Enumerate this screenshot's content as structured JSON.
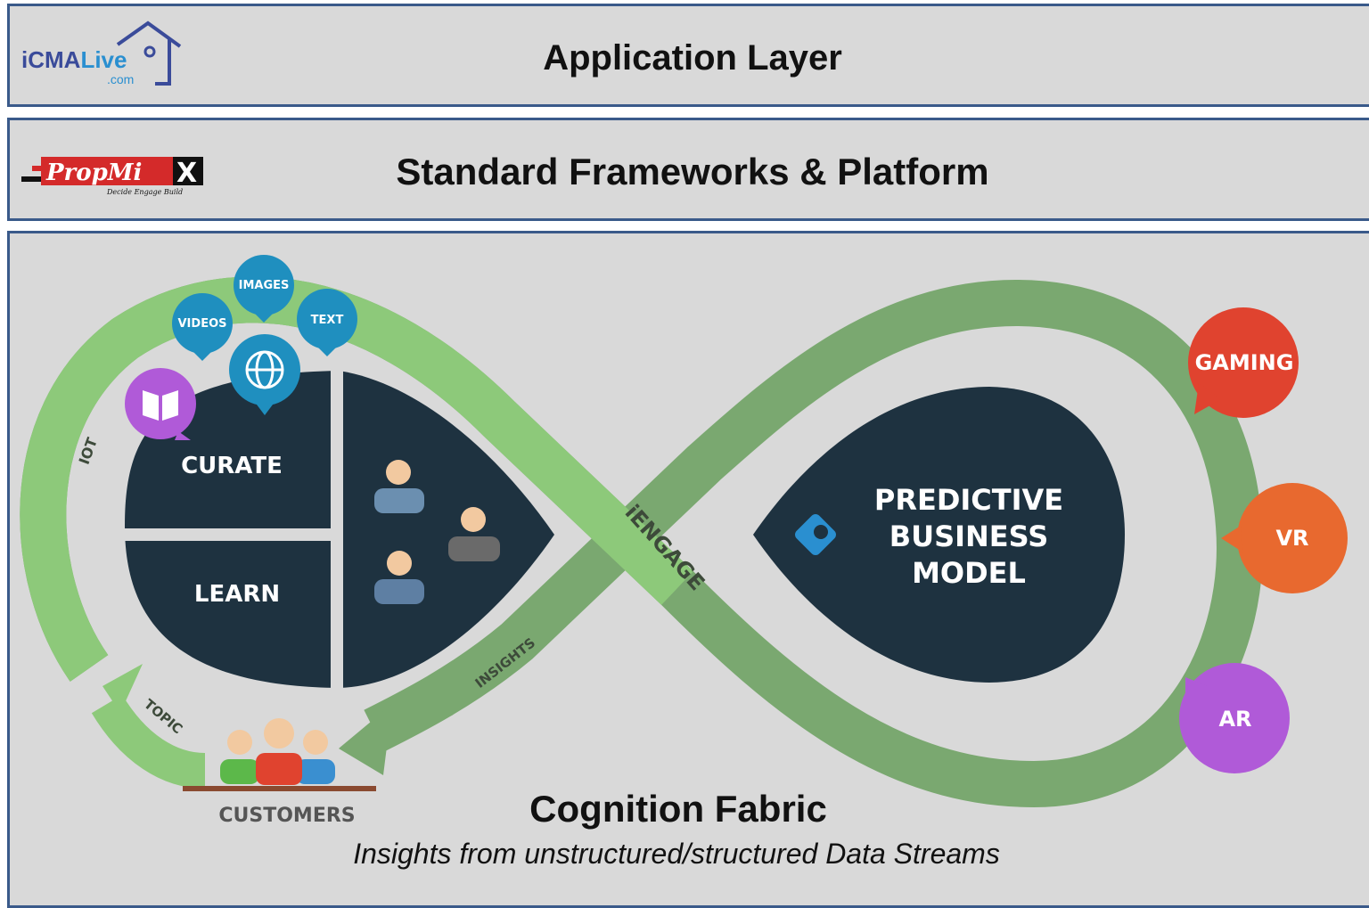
{
  "layers": {
    "application": {
      "title": "Application Layer",
      "logo_text": "iCMALive",
      "logo_sub": ".com"
    },
    "frameworks": {
      "title": "Standard Frameworks & Platform",
      "logo_text": "PropMiX",
      "logo_tagline": "Decide Engage Build"
    }
  },
  "fabric": {
    "title": "Cognition Fabric",
    "subtitle": "Insights from unstructured/structured Data Streams"
  },
  "diagram": {
    "quadrants": {
      "curate": "CURATE",
      "learn": "LEARN"
    },
    "center_label": "iENGAGE",
    "loop_labels": {
      "iot": "IOT",
      "topic": "TOPIC",
      "insights": "INSIGHTS"
    },
    "data_bubbles": {
      "images": "IMAGES",
      "videos": "VIDEOS",
      "text": "TEXT"
    },
    "predictive": [
      "PREDICTIVE",
      "BUSINESS",
      "MODEL"
    ],
    "customers": "CUSTOMERS",
    "outputs": [
      {
        "label": "GAMING",
        "color": "#e0432f"
      },
      {
        "label": "VR",
        "color": "#e8692f"
      },
      {
        "label": "AR",
        "color": "#b05ad8"
      }
    ],
    "colors": {
      "dark": "#1e3240",
      "loop": "#7aa870",
      "loop_light": "#8dc97a",
      "bubble": "#1f8fbf",
      "book": "#b05ad8"
    }
  }
}
